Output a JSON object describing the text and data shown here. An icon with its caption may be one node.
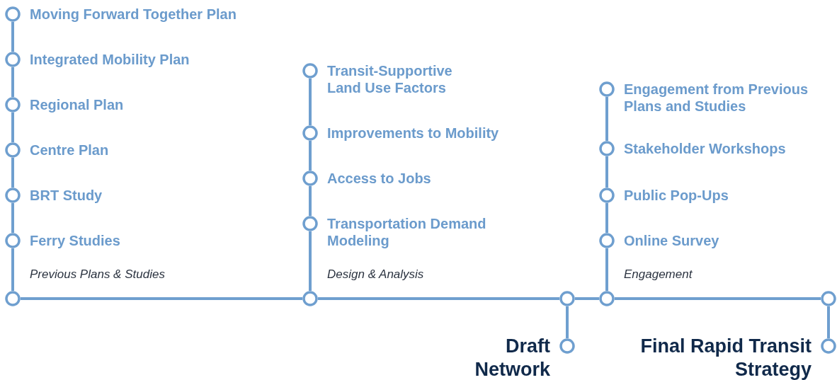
{
  "diagram": {
    "nodes": [
      {
        "text": [
          "Moving Forward Together Plan"
        ]
      },
      {
        "text": [
          "Integrated Mobility Plan"
        ]
      },
      {
        "text": [
          "Regional Plan"
        ]
      },
      {
        "text": [
          "Centre Plan"
        ]
      },
      {
        "text": [
          "BRT Study"
        ]
      },
      {
        "text": [
          "Ferry Studies"
        ]
      },
      {
        "text": [],
        "shape": "circle"
      },
      {
        "text": [
          "Transit-Supportive Land Use Factors"
        ]
      },
      {
        "text": [
          "Improvements to Mobility"
        ]
      },
      {
        "text": [
          "Access to Jobs"
        ]
      },
      {
        "text": [
          "Transportation Demand Modeling"
        ]
      },
      {
        "text": [],
        "shape": "circle"
      },
      {
        "text": [],
        "shape": "circle"
      },
      {
        "text": [
          "Draft Network"
        ]
      },
      {
        "text": [
          "Engagement from Previous Plans and Studies"
        ]
      },
      {
        "text": [
          "Stakeholder Workshops"
        ]
      },
      {
        "text": [
          "Public Pop-Ups"
        ]
      },
      {
        "text": [
          "Online Survey"
        ]
      },
      {
        "text": [],
        "shape": "circle"
      },
      {
        "text": [],
        "shape": "circle"
      },
      {
        "text": [
          "Final Rapid Transit Strategy"
        ]
      }
    ],
    "edges": [
      {
        "from": 0,
        "to": 1,
        "arrow": "none"
      },
      {
        "from": 1,
        "to": 2,
        "arrow": "none"
      },
      {
        "from": 2,
        "to": 3,
        "arrow": "none"
      },
      {
        "from": 3,
        "to": 4,
        "arrow": "none"
      },
      {
        "from": 4,
        "to": 5,
        "arrow": "none"
      },
      {
        "from": 5,
        "to": 6,
        "arrow": "none"
      },
      {
        "from": 6,
        "to": 11,
        "arrow": "none"
      },
      {
        "from": 7,
        "to": 8,
        "arrow": "none"
      },
      {
        "from": 8,
        "to": 9,
        "arrow": "none"
      },
      {
        "from": 9,
        "to": 10,
        "arrow": "none"
      },
      {
        "from": 10,
        "to": 11,
        "arrow": "none"
      },
      {
        "from": 11,
        "to": 12,
        "arrow": "none"
      },
      {
        "from": 12,
        "to": 13,
        "arrow": "none"
      },
      {
        "from": 12,
        "to": 18,
        "arrow": "none"
      },
      {
        "from": 14,
        "to": 15,
        "arrow": "none"
      },
      {
        "from": 15,
        "to": 16,
        "arrow": "none"
      },
      {
        "from": 16,
        "to": 17,
        "arrow": "none"
      },
      {
        "from": 17,
        "to": 18,
        "arrow": "none"
      },
      {
        "from": 18,
        "to": 19,
        "arrow": "none"
      },
      {
        "from": 19,
        "to": 20,
        "arrow": "none"
      }
    ],
    "labels": [
      "Previous Plans & Studies",
      "Design & Analysis",
      "Engagement"
    ]
  }
}
